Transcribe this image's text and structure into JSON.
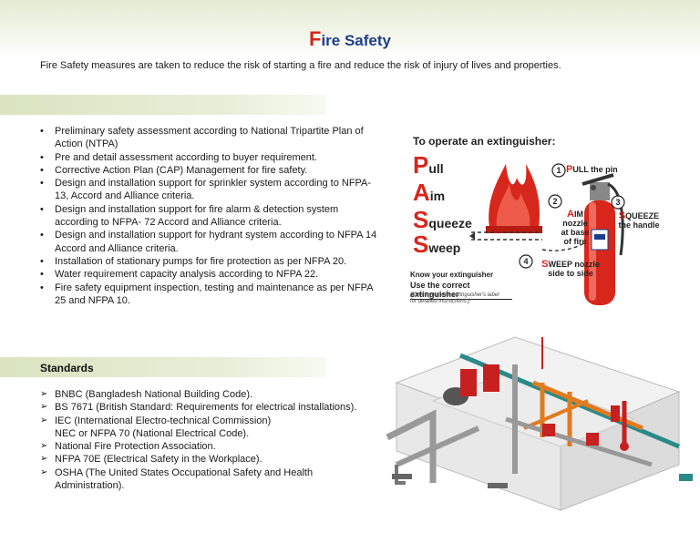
{
  "header": {
    "title_first": "F",
    "title_rest": "ire Safety"
  },
  "intro": "Fire Safety measures are taken to reduce the risk of starting a fire and reduce the risk of injury of lives and properties.",
  "services": [
    "Preliminary safety assessment according to National Tripartite Plan of Action (NTPA)",
    "Pre and detail assessment according to buyer requirement.",
    "Corrective Action Plan (CAP) Management for fire safety.",
    "Design and installation support for sprinkler system according to NFPA- 13, Accord and Alliance criteria.",
    "Design and installation support for fire alarm & detection system according to NFPA- 72 Accord and Alliance criteria.",
    "Design and installation support for hydrant system according to NFPA 14 Accord and Alliance criteria.",
    "Installation of stationary pumps for fire protection as per NFPA 20.",
    "Water requirement capacity analysis according to NFPA 22.",
    "Fire safety equipment inspection, testing and maintenance as per NFPA  25 and NFPA 10."
  ],
  "standards": {
    "title": "Standards",
    "items": [
      "BNBC (Bangladesh National Building Code).",
      "BS 7671 (British Standard: Requirements for electrical installations).",
      "IEC (International Electro-technical Commission)\nNEC or NFPA 70 (National Electrical Code).",
      "National Fire Protection Association.",
      "NFPA 70E (Electrical Safety in the Workplace).",
      "OSHA (The United States Occupational Safety and Health Administration)."
    ]
  },
  "pass": {
    "title": "To operate an extinguisher:",
    "letters": [
      {
        "cap": "P",
        "rest": "ull"
      },
      {
        "cap": "A",
        "rest": "im"
      },
      {
        "cap": "S",
        "rest": "queeze"
      },
      {
        "cap": "S",
        "rest": "weep"
      }
    ],
    "steps": [
      {
        "num": "1",
        "cap": "P",
        "rest": "ULL the pin",
        "extra": ""
      },
      {
        "num": "2",
        "cap": "A",
        "rest": "IM",
        "extra": "nozzle\nat base\nof fire"
      },
      {
        "num": "3",
        "cap": "S",
        "rest": "QUEEZE",
        "extra": "the handle"
      },
      {
        "num": "4",
        "cap": "S",
        "rest": "WEEP nozzle",
        "extra": "side to side"
      }
    ],
    "know": "Know your extinguisher",
    "correct": "Use the correct extinguisher",
    "note": "(Check your own extinguisher's label\n for detailed instructions.)"
  },
  "colors": {
    "title_blue": "#1f3d8a",
    "accent_red": "#d7261b",
    "band_green": "#d9e4c1"
  }
}
